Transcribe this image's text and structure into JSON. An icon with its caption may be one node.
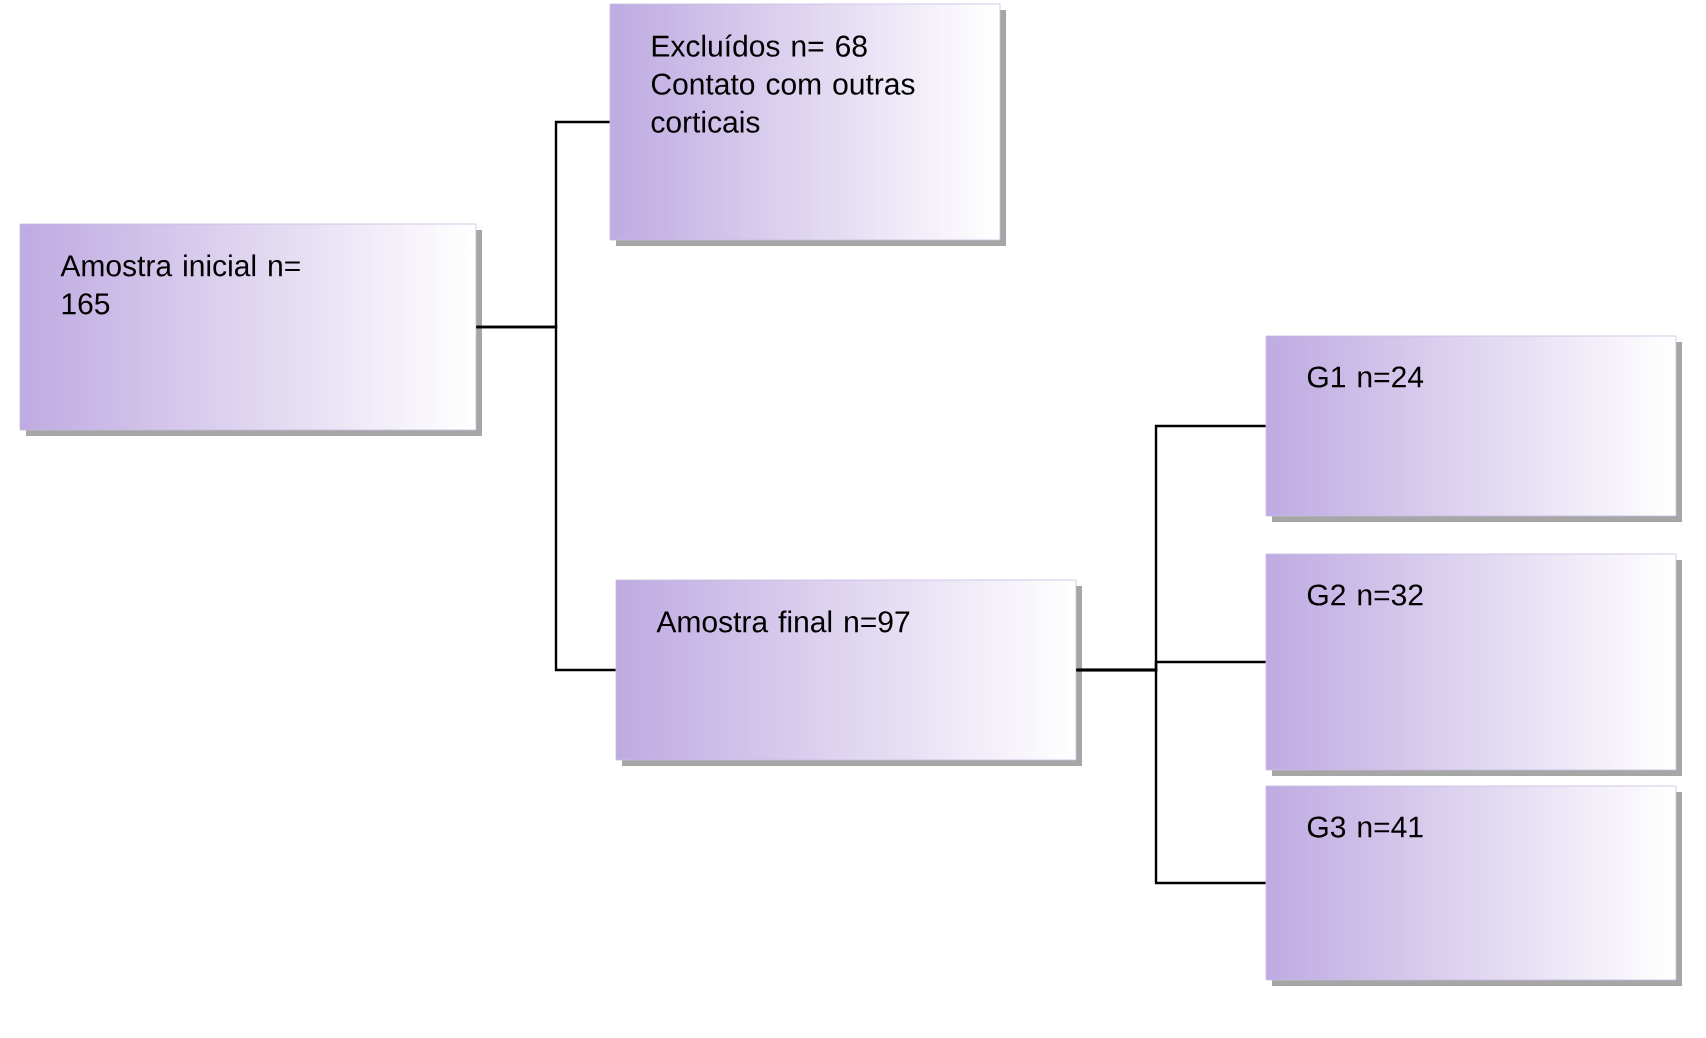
{
  "diagram": {
    "nodes": [
      {
        "text": [
          "Amostra inicial n= 165"
        ]
      },
      {
        "text": [
          "Excluídos n= 68",
          "Contato com outras corticais"
        ]
      },
      {
        "text": [
          "Amostra final n=97"
        ]
      },
      {
        "text": [
          "G1 n=24"
        ]
      },
      {
        "text": [
          "G2 n=32"
        ]
      },
      {
        "text": [
          "G3 n=41"
        ]
      }
    ],
    "edges": [
      {
        "from": 0,
        "to": 1,
        "arrow": "none"
      },
      {
        "from": 0,
        "to": 2,
        "arrow": "none"
      },
      {
        "from": 2,
        "to": 3,
        "arrow": "none"
      },
      {
        "from": 2,
        "to": 4,
        "arrow": "none"
      },
      {
        "from": 2,
        "to": 5,
        "arrow": "none"
      }
    ]
  }
}
